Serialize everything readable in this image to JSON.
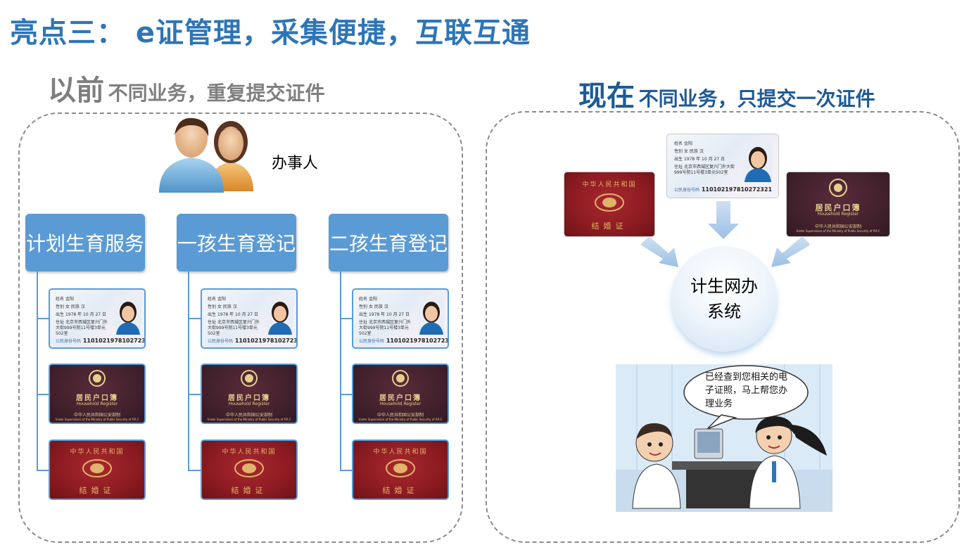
{
  "title": "亮点三： e证管理，采集便捷，互联互通",
  "before": {
    "heading_big": "以前",
    "heading_small": "不同业务，重复提交证件",
    "applicant_label": "办事人",
    "services": [
      {
        "label": "计划生育服务"
      },
      {
        "label": "一孩生育登记"
      },
      {
        "label": "二孩生育登记"
      }
    ]
  },
  "now": {
    "heading_big": "现在",
    "heading_small": "不同业务，只提交一次证件",
    "system_label": "计生网办系统",
    "bubble_text": "已经查到您相关的电子证照，马上帮您办理业务"
  },
  "documents": {
    "id_card": {
      "name_label": "姓名",
      "name": "金阳",
      "sex_label": "性别",
      "sex": "女",
      "ethnicity_label": "民族",
      "ethnicity": "汉",
      "birth_label": "出生",
      "birth": "1978 年 10 月 27 日",
      "address_label": "住址",
      "address": "北京市西城区复兴门外大街999号院11号楼3单元502室",
      "id_label": "公民身份号码",
      "id_number": "110102197810272321"
    },
    "hukou": {
      "title": "居民户口簿",
      "subtitle": "Household Register",
      "issuer": "中华人民共和国公安部制",
      "issuer_en": "Under Supervision of the Ministry of Public Security of P.R.C"
    },
    "marriage": {
      "header": "中华人民共和国",
      "title": "结婚证"
    }
  },
  "colors": {
    "title_blue": "#2e75b6",
    "box_blue": "#5b9bd5",
    "heading_gray": "#7f7f7f",
    "heading_dark_blue": "#1f5a96",
    "hukou_maroon": "#3e1f2a",
    "marriage_red": "#8c1b22"
  }
}
